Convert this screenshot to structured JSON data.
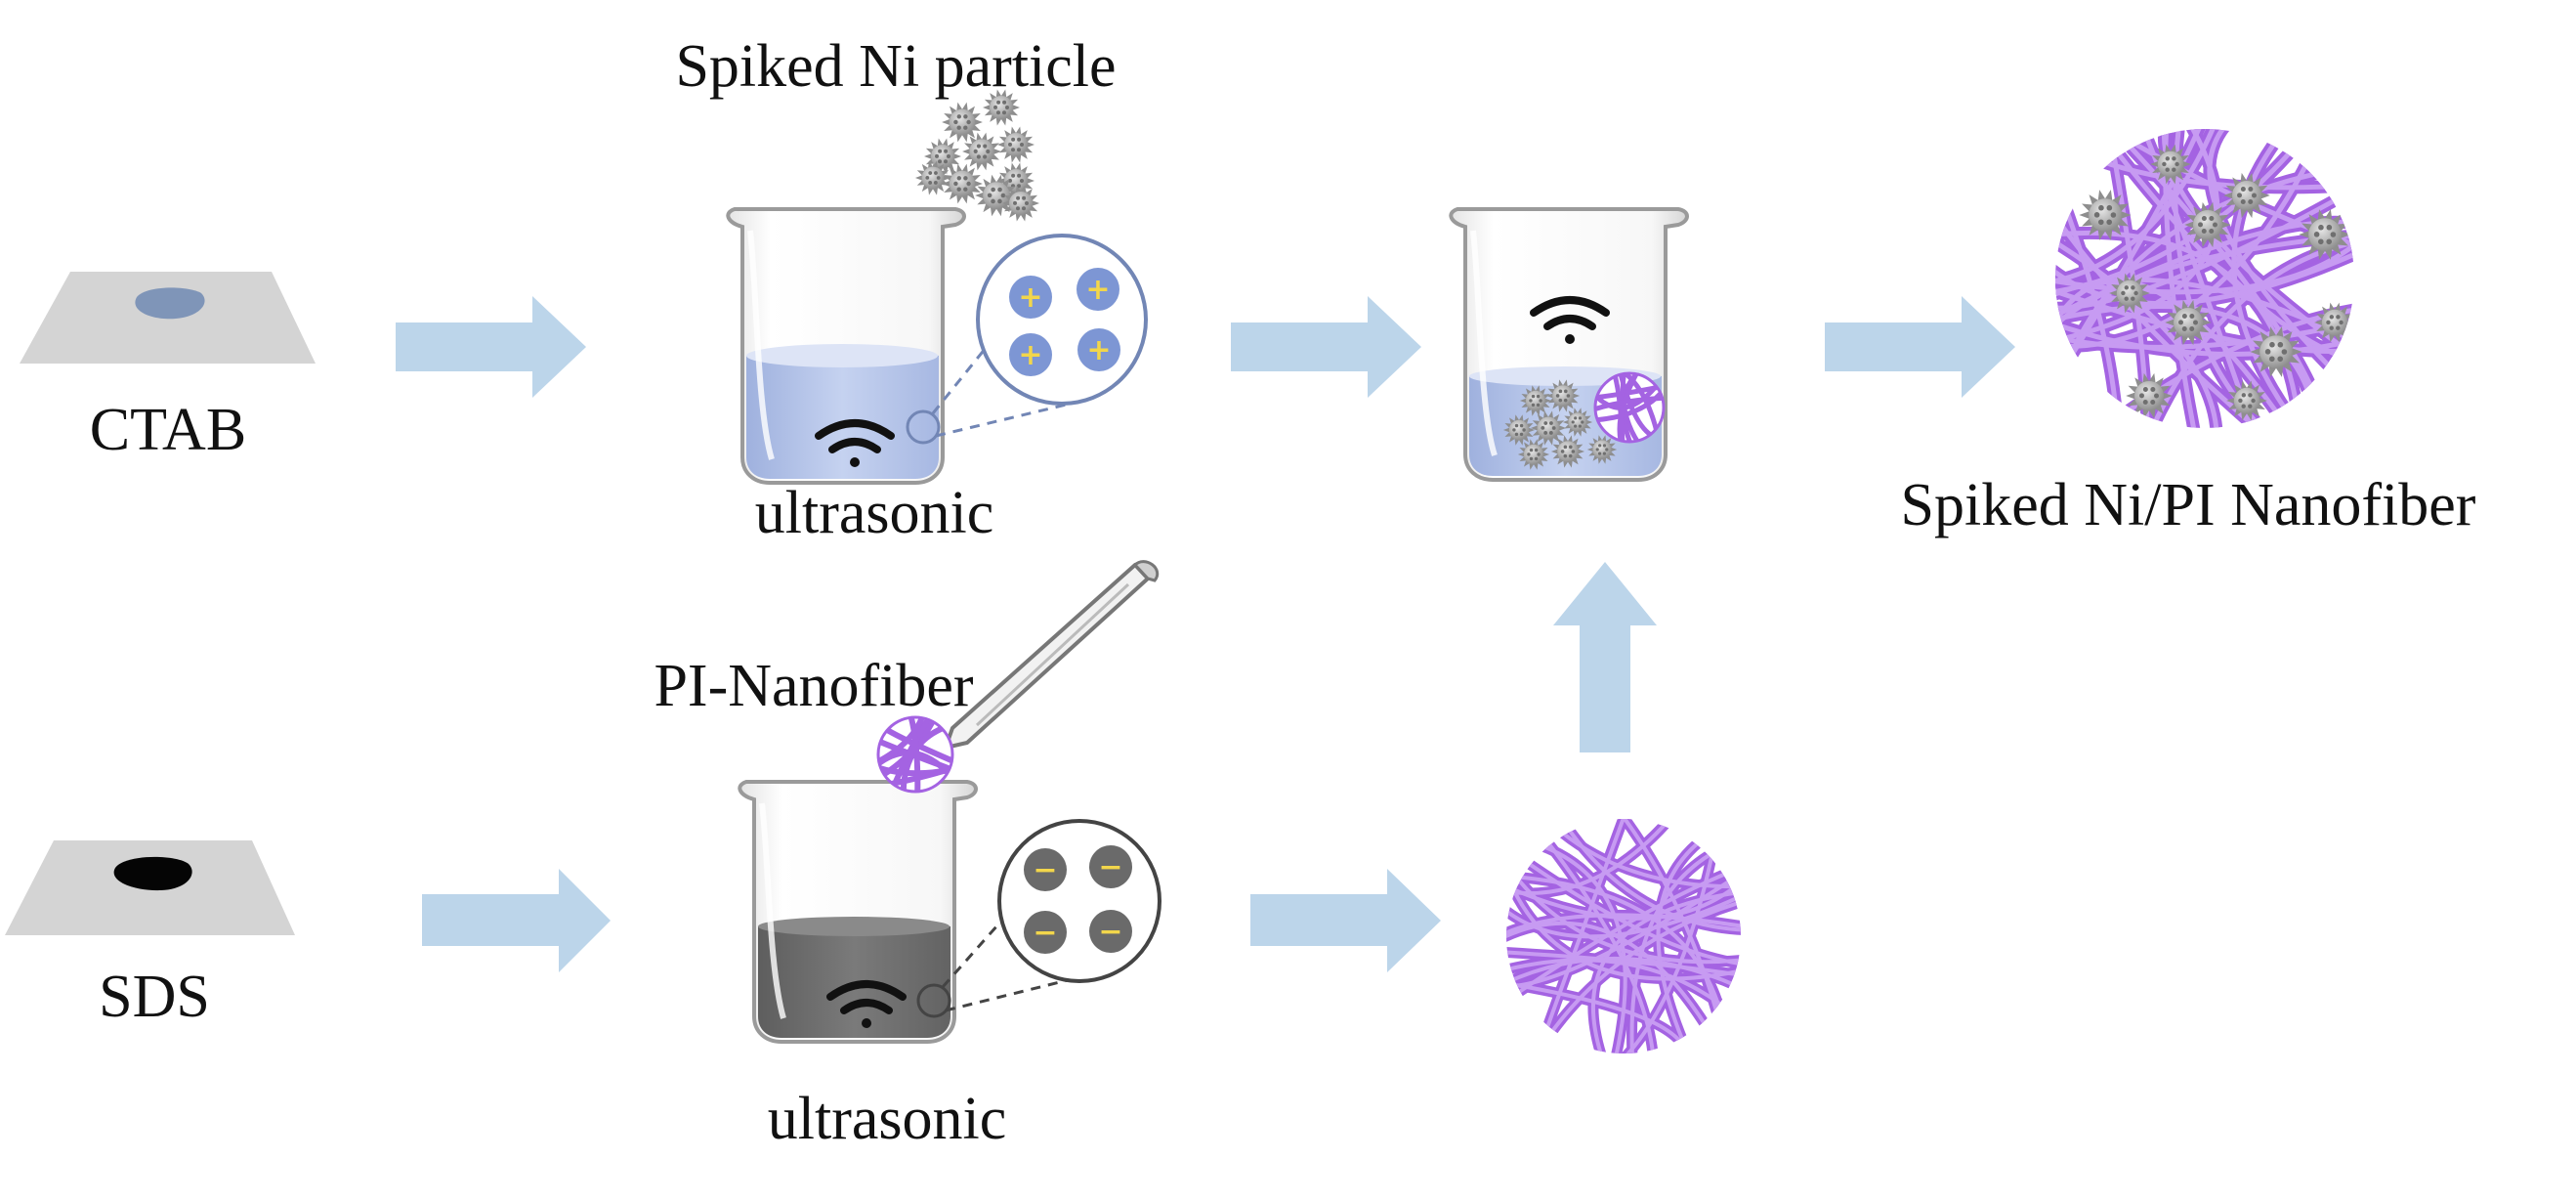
{
  "labels": {
    "ctab": "CTAB",
    "sds": "SDS",
    "spiked_ni_particle": "Spiked Ni particle",
    "pi_nanofiber": "PI-Nanofiber",
    "ultrasonic_top": "ultrasonic",
    "ultrasonic_bottom": "ultrasonic",
    "product": "Spiked Ni/PI Nanofiber"
  },
  "charges": {
    "positive": "+",
    "negative": "−"
  },
  "icons": [
    "wifi-icon",
    "ni-particle-icon",
    "nanofiber-icon",
    "pipette-icon",
    "beaker-icon"
  ],
  "colors": {
    "arrow": "#bcd5ea",
    "ctab_solution": "#aebfe6",
    "sds_solution": "#6e6e6e",
    "nanofiber": "#a463e2",
    "ni_particle": "#9a9a9a",
    "substrate": "#d4d4d4",
    "positive_charge": "#f2d64b",
    "negative_charge": "#f2d64b"
  }
}
